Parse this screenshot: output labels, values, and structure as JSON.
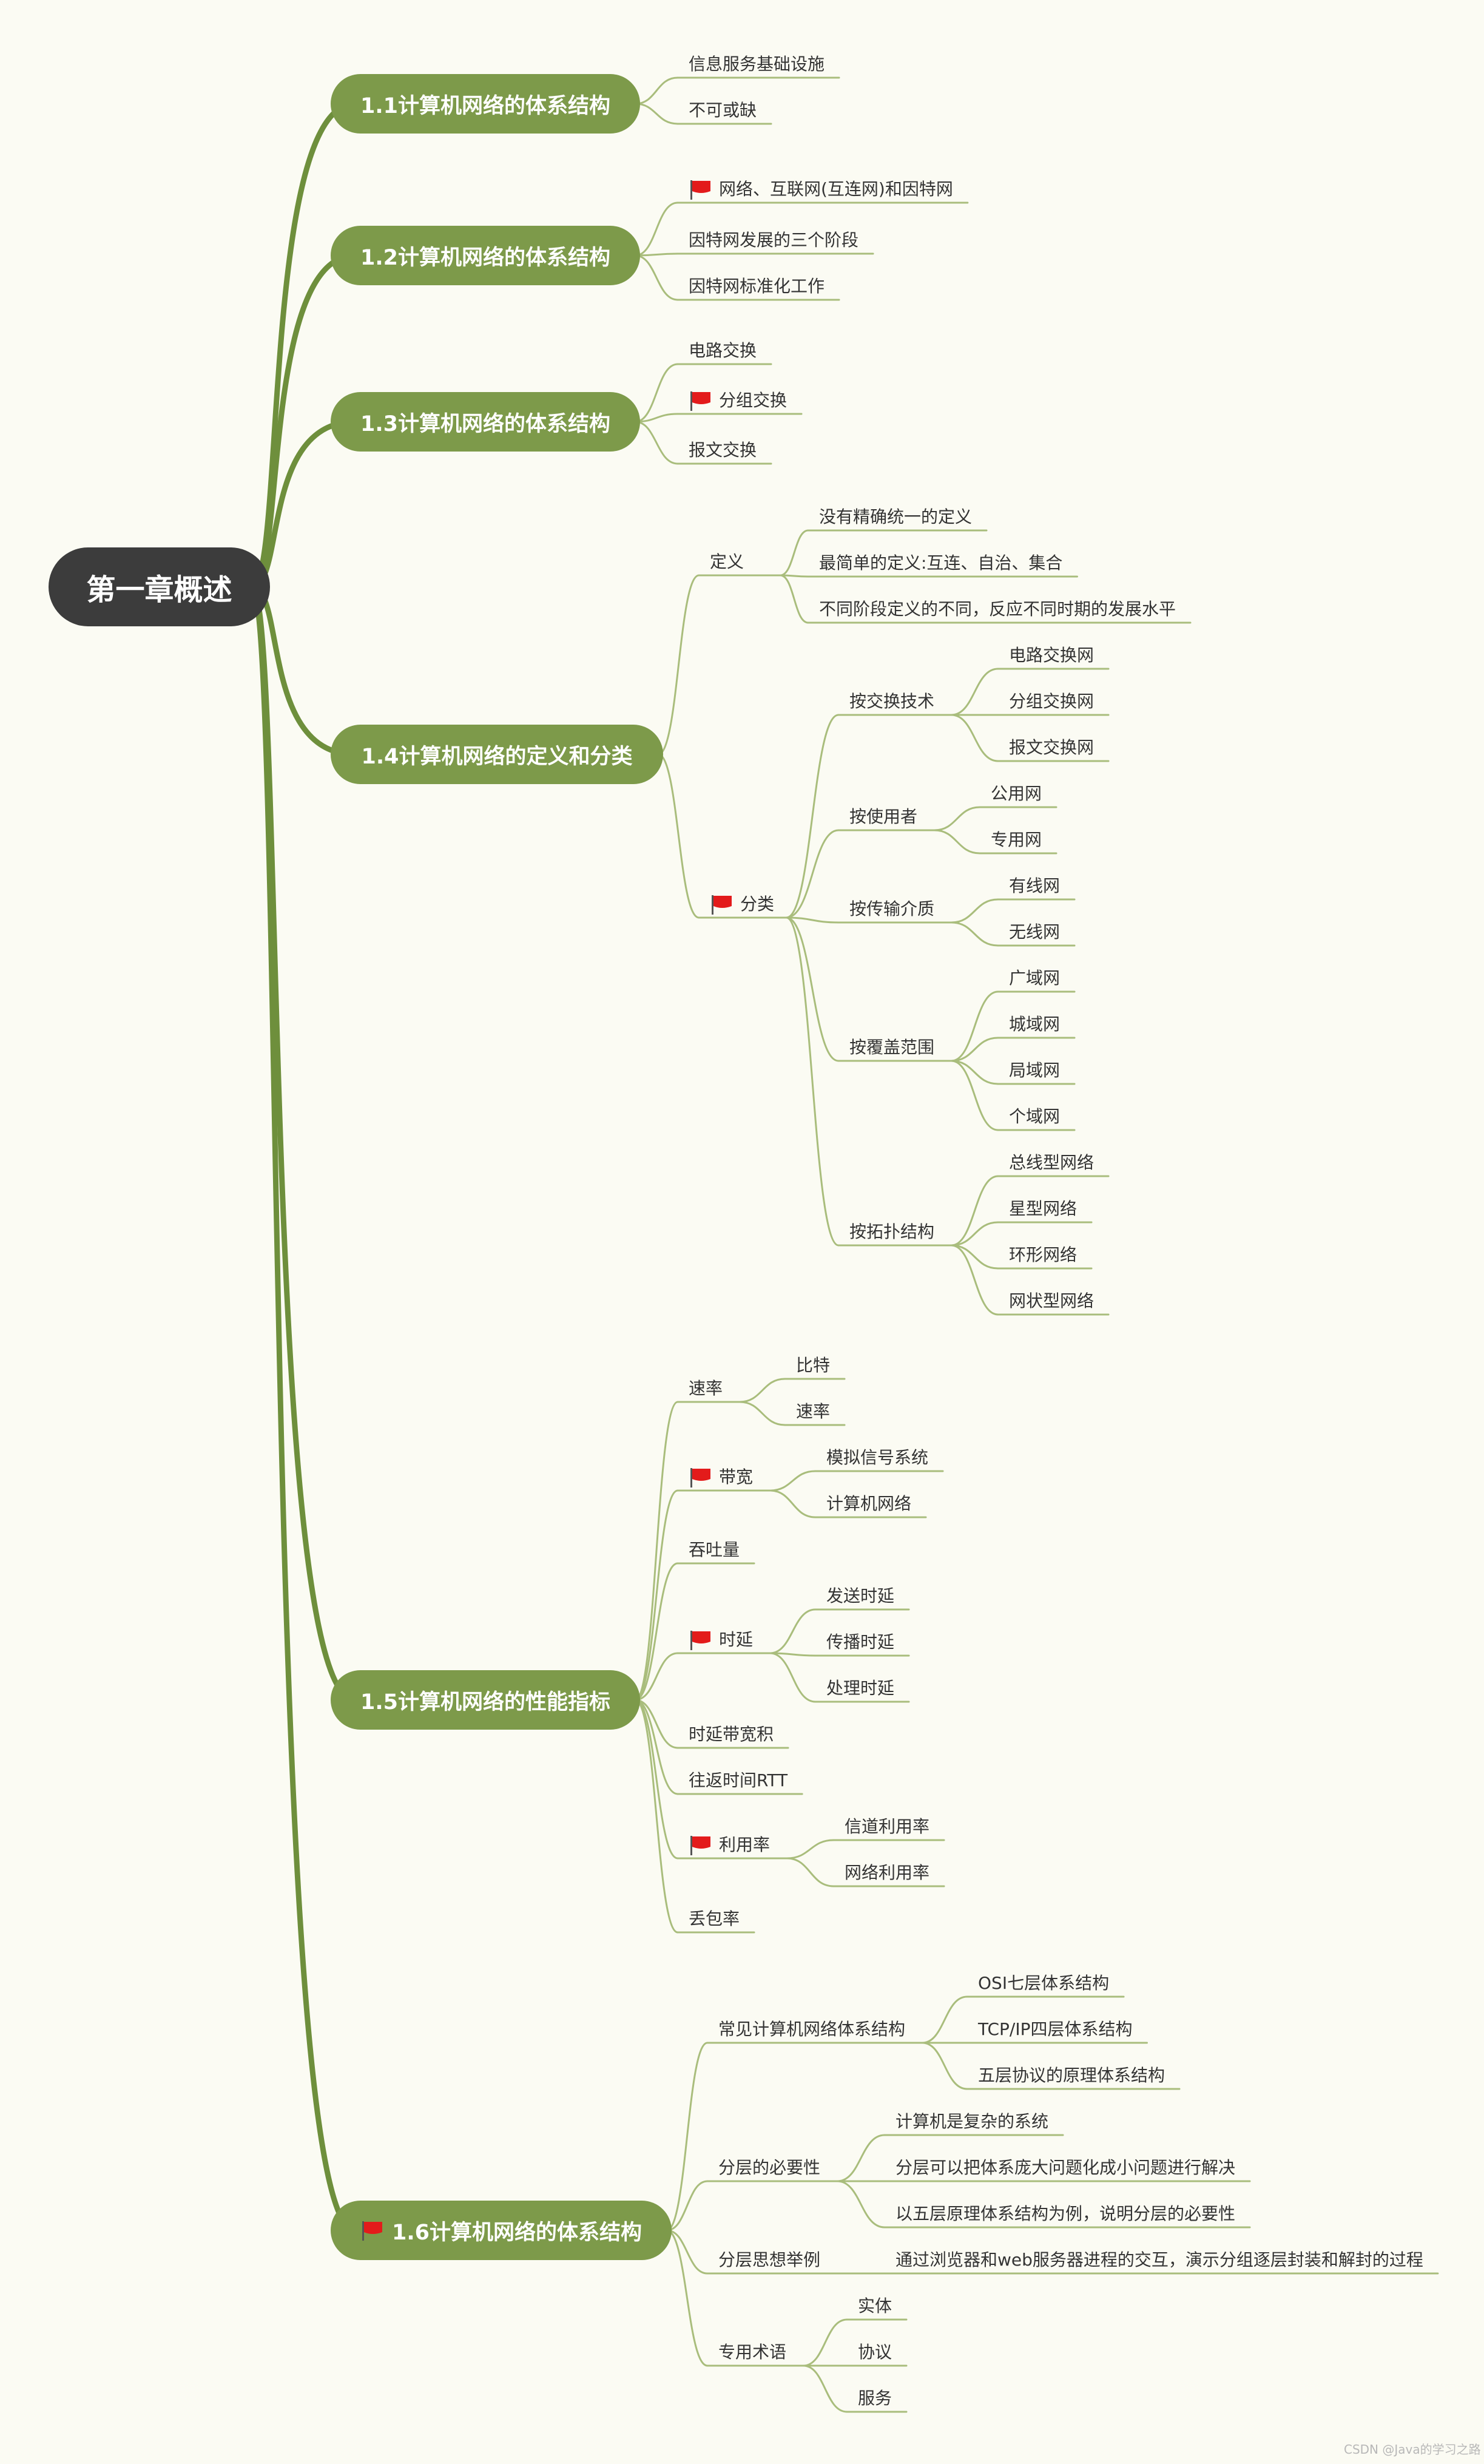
{
  "root": "第一章概述",
  "sections": {
    "s1": {
      "title": "1.1计算机网络的体系结构",
      "items": [
        "信息服务基础设施",
        "不可或缺"
      ]
    },
    "s2": {
      "title": "1.2计算机网络的体系结构",
      "items": [
        "网络、互联网(互连网)和因特网",
        "因特网发展的三个阶段",
        "因特网标准化工作"
      ]
    },
    "s3": {
      "title": "1.3计算机网络的体系结构",
      "items": [
        "电路交换",
        "分组交换",
        "报文交换"
      ]
    },
    "s4": {
      "title": "1.4计算机网络的定义和分类",
      "def": {
        "label": "定义",
        "items": [
          "没有精确统一的定义",
          "最简单的定义:互连、自治、集合",
          "不同阶段定义的不同，反应不同时期的发展水平"
        ]
      },
      "cls": {
        "label": "分类",
        "groups": [
          {
            "label": "按交换技术",
            "items": [
              "电路交换网",
              "分组交换网",
              "报文交换网"
            ]
          },
          {
            "label": "按使用者",
            "items": [
              "公用网",
              "专用网"
            ]
          },
          {
            "label": "按传输介质",
            "items": [
              "有线网",
              "无线网"
            ]
          },
          {
            "label": "按覆盖范围",
            "items": [
              "广域网",
              "城域网",
              "局域网",
              "个域网"
            ]
          },
          {
            "label": "按拓扑结构",
            "items": [
              "总线型网络",
              "星型网络",
              "环形网络",
              "网状型网络"
            ]
          }
        ]
      }
    },
    "s5": {
      "title": "1.5计算机网络的性能指标",
      "rate": {
        "label": "速率",
        "items": [
          "比特",
          "速率"
        ]
      },
      "bw": {
        "label": "带宽",
        "items": [
          "模拟信号系统",
          "计算机网络"
        ]
      },
      "throughput": "吞吐量",
      "delay": {
        "label": "时延",
        "items": [
          "发送时延",
          "传播时延",
          "处理时延"
        ]
      },
      "dbp": "时延带宽积",
      "rtt": "往返时间RTT",
      "util": {
        "label": "利用率",
        "items": [
          "信道利用率",
          "网络利用率"
        ]
      },
      "loss": "丢包率"
    },
    "s6": {
      "title": "1.6计算机网络的体系结构",
      "arch": {
        "label": "常见计算机网络体系结构",
        "items": [
          "OSI七层体系结构",
          "TCP/IP四层体系结构",
          "五层协议的原理体系结构"
        ]
      },
      "need": {
        "label": "分层的必要性",
        "items": [
          "计算机是复杂的系统",
          "分层可以把体系庞大问题化成小问题进行解决",
          "以五层原理体系结构为例，说明分层的必要性"
        ]
      },
      "example": {
        "label": "分层思想举例",
        "items": [
          "通过浏览器和web服务器进程的交互，演示分组逐层封装和解封的过程"
        ]
      },
      "terms": {
        "label": "专用术语",
        "items": [
          "实体",
          "协议",
          "服务"
        ]
      }
    }
  },
  "watermark": "CSDN @Java的学习之路",
  "colors": {
    "trunk": "#6e8f3c",
    "section": "#7d9a4a",
    "root": "#3c3c3c",
    "thin": "#a9bd7c",
    "flag": "#e31b1b"
  }
}
